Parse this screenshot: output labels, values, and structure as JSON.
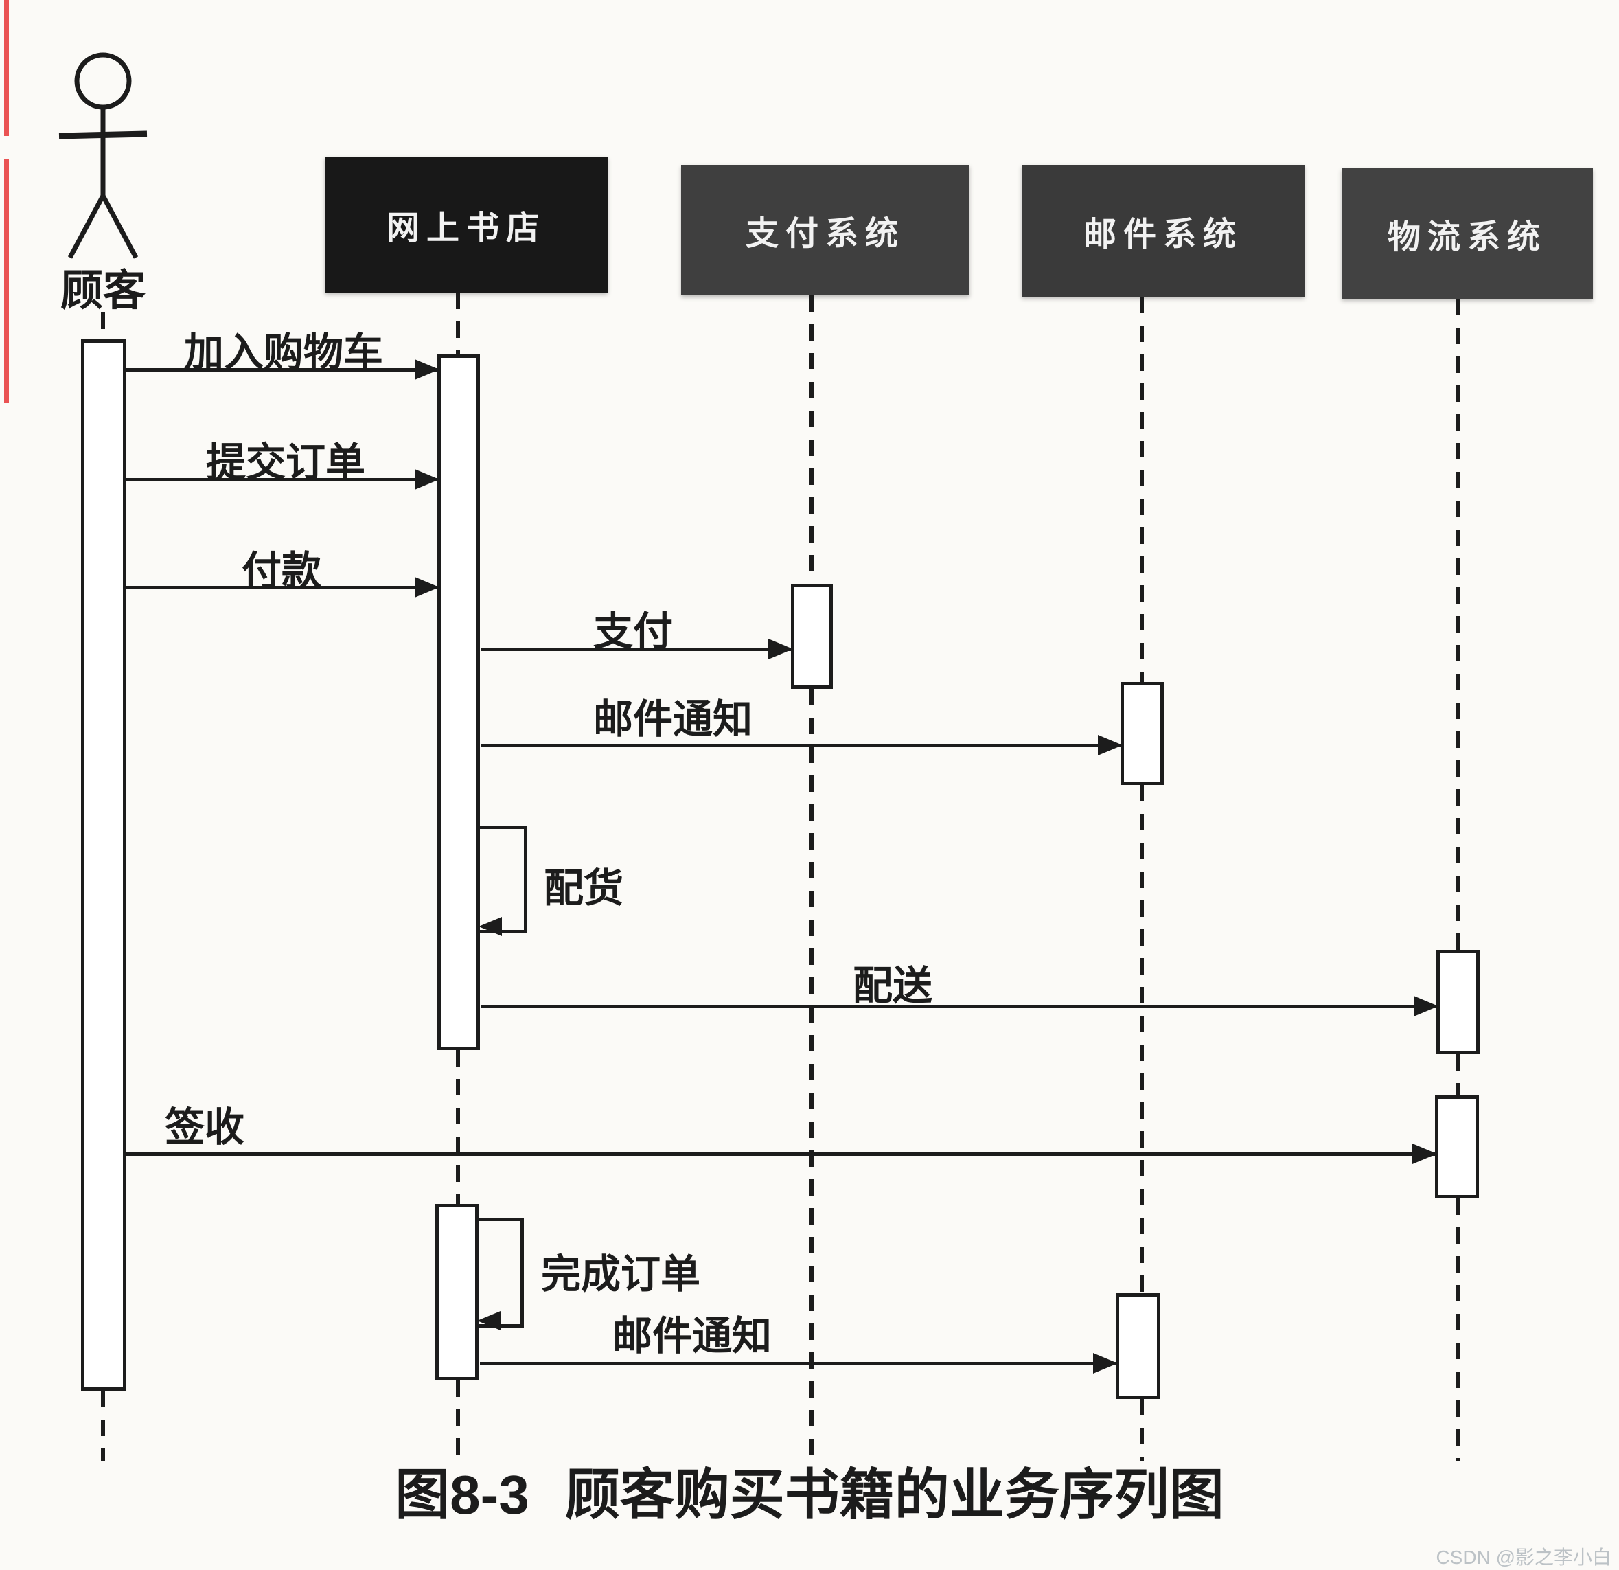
{
  "diagram": {
    "type": "uml-sequence",
    "actor": {
      "name": "顾客"
    },
    "participants": [
      {
        "name": "网上书店",
        "fill": "#181818"
      },
      {
        "name": "支付系统",
        "fill": "#3f3f3f"
      },
      {
        "name": "邮件系统",
        "fill": "#3a3a3a"
      },
      {
        "name": "物流系统",
        "fill": "#424242"
      }
    ],
    "messages": [
      {
        "label": "加入购物车",
        "from": "顾客",
        "to": "网上书店",
        "type": "sync"
      },
      {
        "label": "提交订单",
        "from": "顾客",
        "to": "网上书店",
        "type": "sync"
      },
      {
        "label": "付款",
        "from": "顾客",
        "to": "网上书店",
        "type": "sync"
      },
      {
        "label": "支付",
        "from": "网上书店",
        "to": "支付系统",
        "type": "sync"
      },
      {
        "label": "邮件通知",
        "from": "网上书店",
        "to": "邮件系统",
        "type": "sync"
      },
      {
        "label": "配货",
        "from": "网上书店",
        "to": "网上书店",
        "type": "self"
      },
      {
        "label": "配送",
        "from": "网上书店",
        "to": "物流系统",
        "type": "sync"
      },
      {
        "label": "签收",
        "from": "顾客",
        "to": "物流系统",
        "type": "sync"
      },
      {
        "label": "完成订单",
        "from": "网上书店",
        "to": "网上书店",
        "type": "self"
      },
      {
        "label": "邮件通知",
        "from": "网上书店",
        "to": "邮件系统",
        "type": "sync"
      }
    ],
    "caption": {
      "number": "图8-3",
      "title": "顾客购买书籍的业务序列图"
    },
    "watermark": "CSDN @影之李小白"
  },
  "colors": {
    "ink": "#1c1c1c",
    "paper": "#fbfaf7",
    "participant_text": "#f2f2f2",
    "watermark": "#bcc2c6",
    "edge_artifact": "#e84040"
  }
}
